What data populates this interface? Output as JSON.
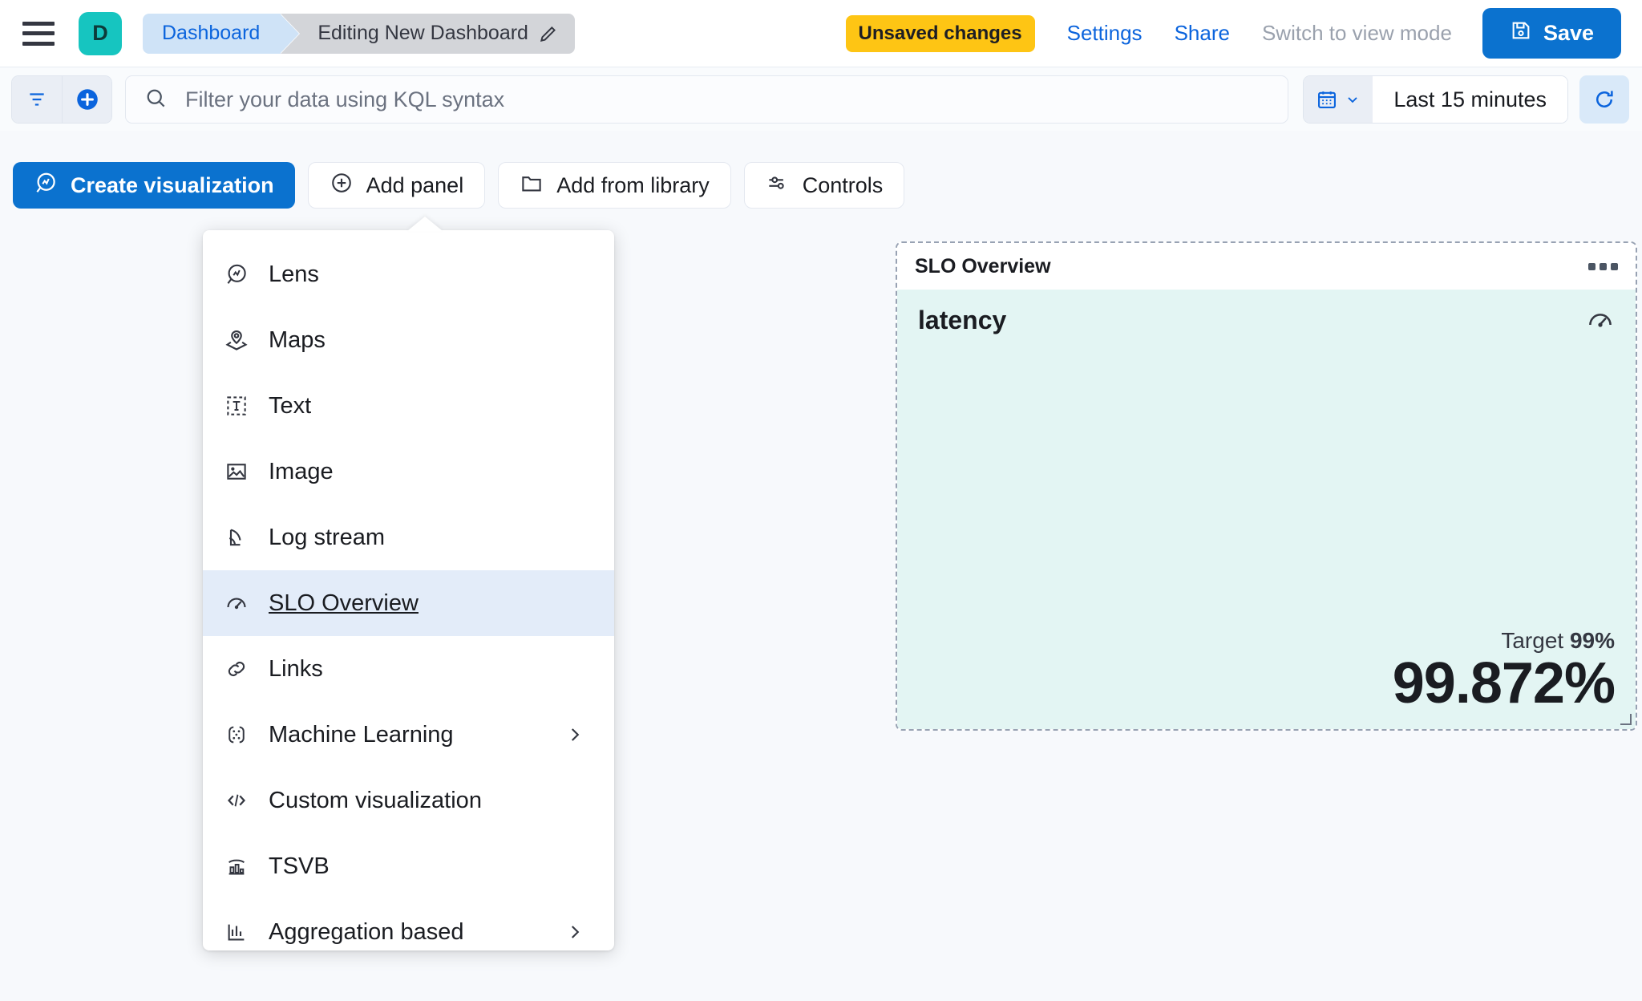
{
  "header": {
    "menu_icon": "hamburger-menu-icon",
    "app_badge_letter": "D",
    "breadcrumb": {
      "parent": "Dashboard",
      "current": "Editing New Dashboard",
      "edit_icon": "pencil-icon"
    },
    "unsaved_badge": "Unsaved changes",
    "settings_link": "Settings",
    "share_link": "Share",
    "view_mode_link": "Switch to view mode",
    "save_button": "Save",
    "save_icon": "save-disk-icon",
    "accent_blue": "#0b72cf",
    "badge_yellow": "#fec514",
    "app_badge_teal": "#16c5c0"
  },
  "query_bar": {
    "filter_icon": "filter-icon",
    "add_filter_icon": "add-circle-icon",
    "search_icon": "search-icon",
    "search_placeholder": "Filter your data using KQL syntax",
    "search_value": "",
    "calendar_icon": "calendar-icon",
    "calendar_chevron": "chevron-down-icon",
    "time_range": "Last 15 minutes",
    "refresh_icon": "refresh-icon"
  },
  "toolbar": {
    "create_visualization": "Create visualization",
    "create_visualization_icon": "lens-icon",
    "add_panel": "Add panel",
    "add_panel_icon": "plus-circle-icon",
    "add_from_library": "Add from library",
    "add_from_library_icon": "folder-icon",
    "controls": "Controls",
    "controls_icon": "sliders-icon"
  },
  "add_panel_menu": {
    "items": [
      {
        "label": "Lens",
        "icon": "lens-icon",
        "active": false,
        "submenu": false
      },
      {
        "label": "Maps",
        "icon": "map-marker-layers-icon",
        "active": false,
        "submenu": false
      },
      {
        "label": "Text",
        "icon": "text-box-icon",
        "active": false,
        "submenu": false
      },
      {
        "label": "Image",
        "icon": "image-icon",
        "active": false,
        "submenu": false
      },
      {
        "label": "Log stream",
        "icon": "log-stream-icon",
        "active": false,
        "submenu": false
      },
      {
        "label": "SLO Overview",
        "icon": "gauge-icon",
        "active": true,
        "submenu": false
      },
      {
        "label": "Links",
        "icon": "link-icon",
        "active": false,
        "submenu": false
      },
      {
        "label": "Machine Learning",
        "icon": "machine-learning-icon",
        "active": false,
        "submenu": true
      },
      {
        "label": "Custom visualization",
        "icon": "code-brackets-icon",
        "active": false,
        "submenu": false
      },
      {
        "label": "TSVB",
        "icon": "tsvb-chart-icon",
        "active": false,
        "submenu": false
      },
      {
        "label": "Aggregation based",
        "icon": "aggregation-chart-icon",
        "active": false,
        "submenu": true
      }
    ],
    "highlight_color": "#e3ecf9"
  },
  "panel": {
    "title": "SLO Overview",
    "menu_icon": "panel-context-menu-icon",
    "gauge_icon": "gauge-icon",
    "slo_name": "latency",
    "target_label": "Target",
    "target_value": "99%",
    "current_value": "99.872%",
    "background_color": "#e3f5f3"
  }
}
